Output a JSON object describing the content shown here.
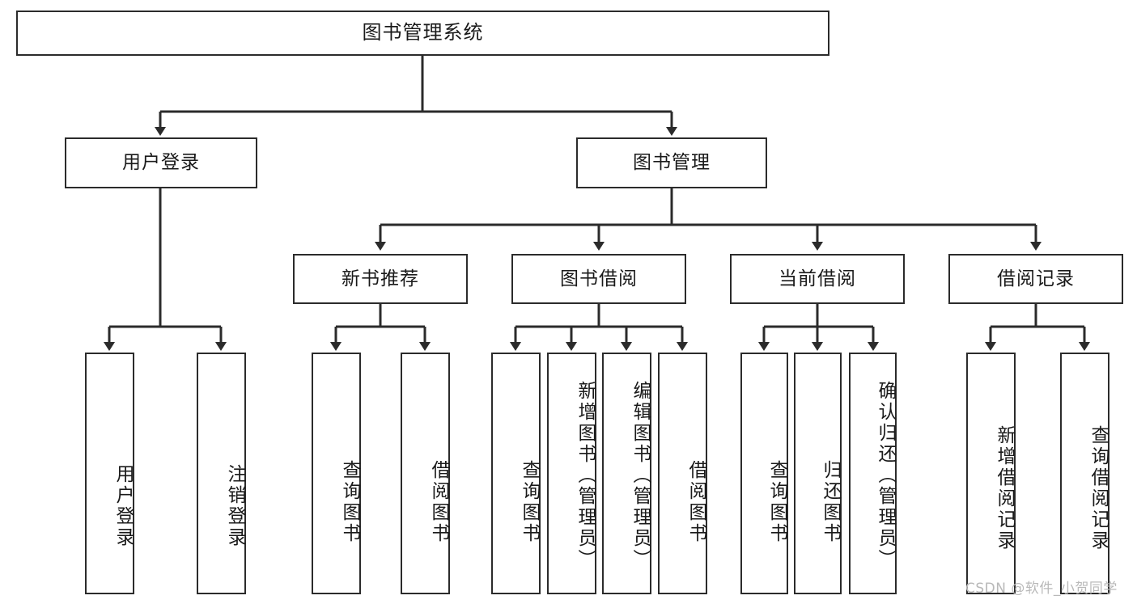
{
  "diagram": {
    "title": "图书管理系统",
    "type": "tree",
    "root": {
      "id": "root",
      "label": "图书管理系统",
      "orientation": "horizontal"
    },
    "level2": [
      {
        "id": "user-login",
        "label": "用户登录",
        "orientation": "horizontal"
      },
      {
        "id": "book-management",
        "label": "图书管理",
        "orientation": "horizontal"
      }
    ],
    "level3": [
      {
        "id": "new-book-recommend",
        "label": "新书推荐",
        "orientation": "horizontal",
        "parent": "book-management"
      },
      {
        "id": "book-borrow",
        "label": "图书借阅",
        "orientation": "horizontal",
        "parent": "book-management"
      },
      {
        "id": "current-borrow",
        "label": "当前借阅",
        "orientation": "horizontal",
        "parent": "book-management"
      },
      {
        "id": "borrow-record",
        "label": "借阅记录",
        "orientation": "horizontal",
        "parent": "book-management"
      }
    ],
    "leaves": [
      {
        "id": "leaf-user-login",
        "label": "用户登录",
        "parent": "user-login",
        "orientation": "vertical"
      },
      {
        "id": "leaf-logout-login",
        "label": "注销登录",
        "parent": "user-login",
        "orientation": "vertical"
      },
      {
        "id": "leaf-query-book-1",
        "label": "查询图书",
        "parent": "new-book-recommend",
        "orientation": "vertical"
      },
      {
        "id": "leaf-borrow-book-1",
        "label": "借阅图书",
        "parent": "new-book-recommend",
        "orientation": "vertical"
      },
      {
        "id": "leaf-query-book-2",
        "label": "查询图书",
        "parent": "book-borrow",
        "orientation": "vertical"
      },
      {
        "id": "leaf-add-book-admin",
        "label": "新增图书（管理员）",
        "parent": "book-borrow",
        "orientation": "vertical"
      },
      {
        "id": "leaf-edit-book-admin",
        "label": "编辑图书（管理员）",
        "parent": "book-borrow",
        "orientation": "vertical"
      },
      {
        "id": "leaf-borrow-book-2",
        "label": "借阅图书",
        "parent": "book-borrow",
        "orientation": "vertical"
      },
      {
        "id": "leaf-query-book-3",
        "label": "查询图书",
        "parent": "current-borrow",
        "orientation": "vertical"
      },
      {
        "id": "leaf-return-book",
        "label": "归还图书",
        "parent": "current-borrow",
        "orientation": "vertical"
      },
      {
        "id": "leaf-confirm-return-admin",
        "label": "确认归还（管理员）",
        "parent": "current-borrow",
        "orientation": "vertical"
      },
      {
        "id": "leaf-add-borrow-record",
        "label": "新增借阅记录",
        "parent": "borrow-record",
        "orientation": "vertical"
      },
      {
        "id": "leaf-query-borrow-record",
        "label": "查询借阅记录",
        "parent": "borrow-record",
        "orientation": "vertical"
      }
    ],
    "style": {
      "box_border_color": "#2b2b2b",
      "box_fill": "#ffffff",
      "line_color": "#2b2b2b",
      "text_color": "#1a1a1a",
      "background": "#ffffff"
    }
  },
  "watermark": {
    "text": "CSDN @软件_小贺同学",
    "color": "#b9b9b9"
  }
}
